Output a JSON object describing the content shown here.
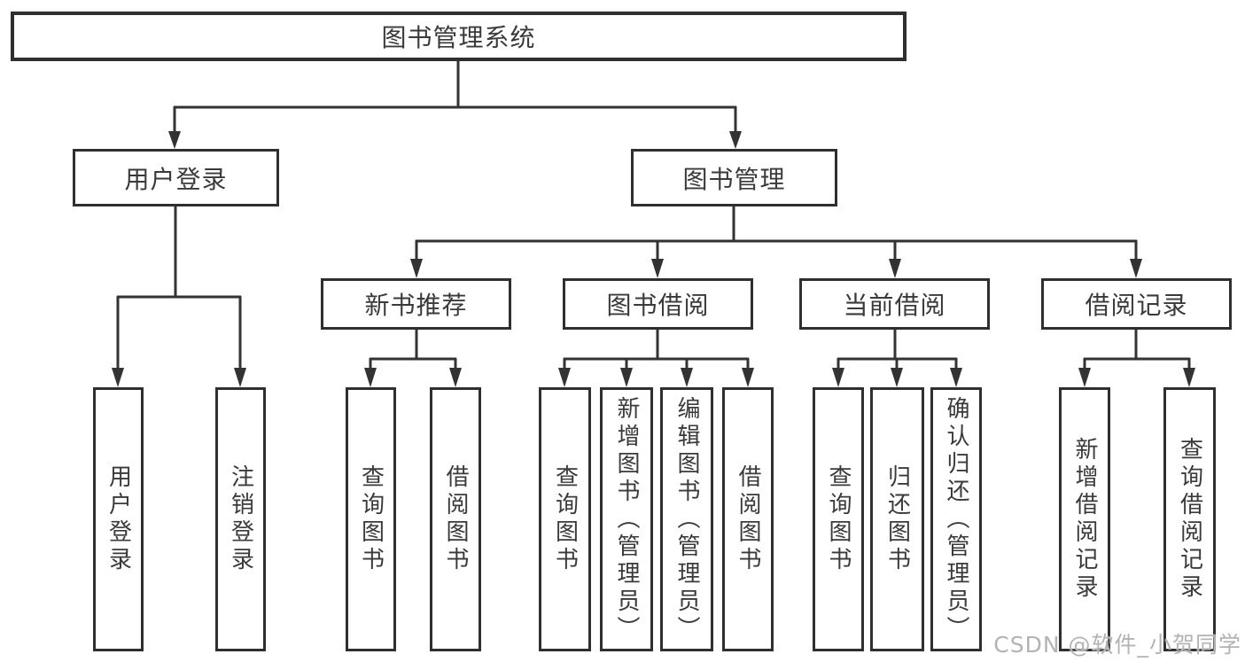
{
  "root_label": "图书管理系统",
  "level2": {
    "user_login": "用户登录",
    "book_management": "图书管理"
  },
  "level3": {
    "new_book_recommend": "新书推荐",
    "book_borrowing": "图书借阅",
    "current_borrowing": "当前借阅",
    "borrowing_records": "借阅记录"
  },
  "leaves": {
    "user_login_leaf": "用户登录",
    "logout_leaf": "注销登录",
    "recommend_query_books": "查询图书",
    "recommend_borrow_books": "借阅图书",
    "borrowing_query_books": "查询图书",
    "borrowing_add_books_admin": "新增图书（管理员）",
    "borrowing_edit_books_admin": "编辑图书（管理员）",
    "borrowing_borrow_books": "借阅图书",
    "current_query_books": "查询图书",
    "current_return_books": "归还图书",
    "current_confirm_return_admin": "确认归还（管理员）",
    "records_add_record": "新增借阅记录",
    "records_query_record": "查询借阅记录"
  },
  "watermark": {
    "text": "CSDN @软件_小贺同学"
  },
  "colors": {
    "line": "#333333",
    "box_border": "#2f2f2f",
    "text": "#3a3a3a",
    "watermark": "#b3b3b3",
    "background": "#ffffff"
  }
}
